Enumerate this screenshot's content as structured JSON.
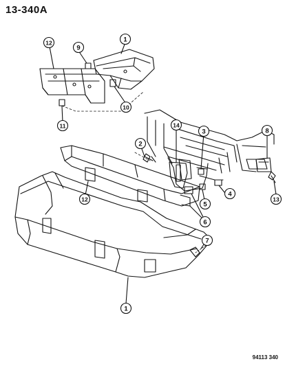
{
  "page_code": "13-340A",
  "figure_code": "94113 340",
  "callouts": [
    {
      "id": "c1a",
      "number": "1"
    },
    {
      "id": "c12a",
      "number": "12"
    },
    {
      "id": "c9",
      "number": "9"
    },
    {
      "id": "c10",
      "number": "10"
    },
    {
      "id": "c11",
      "number": "11"
    },
    {
      "id": "c14",
      "number": "14"
    },
    {
      "id": "c3",
      "number": "3"
    },
    {
      "id": "c8",
      "number": "8"
    },
    {
      "id": "c2",
      "number": "2"
    },
    {
      "id": "c4",
      "number": "4"
    },
    {
      "id": "c5",
      "number": "5"
    },
    {
      "id": "c6",
      "number": "6"
    },
    {
      "id": "c13",
      "number": "13"
    },
    {
      "id": "c12b",
      "number": "12"
    },
    {
      "id": "c7",
      "number": "7"
    },
    {
      "id": "c1b",
      "number": "1"
    }
  ]
}
